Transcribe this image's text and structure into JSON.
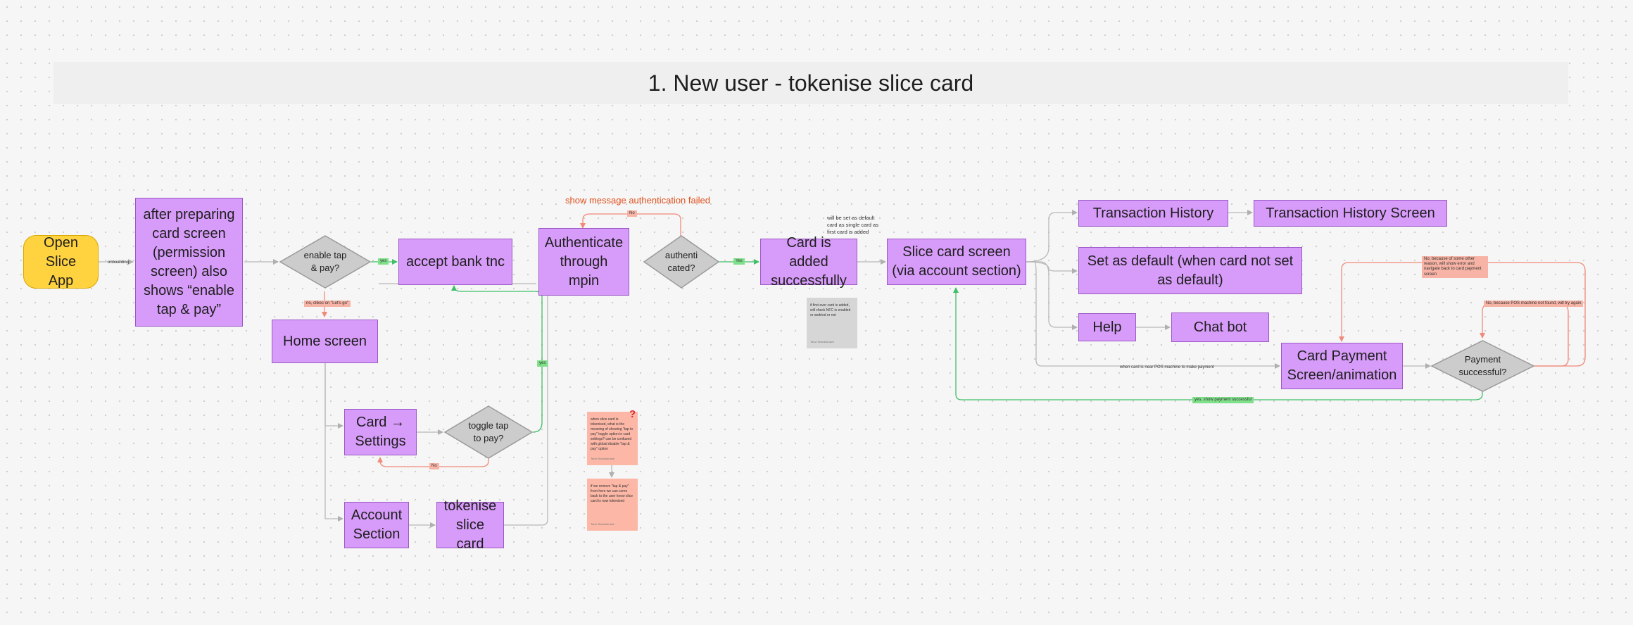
{
  "title": "1. New user - tokenise slice card",
  "colors": {
    "process": "#d79cf9",
    "start": "#ffd23f",
    "decision": "#cccccc",
    "yes_label": "#7fe08a",
    "no_label": "#f7b3a5",
    "error_text": "#e04e1a"
  },
  "nodes": {
    "open_app": "Open Slice App",
    "prepare_card": "after preparing card screen (permission screen) also shows “enable tap & pay”",
    "enable_tap": "enable tap & pay?",
    "accept_tnc": "accept bank tnc",
    "authenticate": "Authenticate through mpin",
    "authenticated": "authenti cated?",
    "card_added": "Card is added successfully",
    "slice_card_screen": "Slice card screen (via account section)",
    "transaction_history": "Transaction History",
    "transaction_history_screen": "Transaction History Screen",
    "set_default": "Set as default (when card not set as default)",
    "help": "Help",
    "chat_bot": "Chat bot",
    "card_payment": "Card Payment Screen/animation",
    "payment_successful": "Payment successful?",
    "home_screen": "Home screen",
    "card_settings": "Card → Settings",
    "toggle_tap": "toggle tap to pay?",
    "account_section": "Account Section",
    "tokenise": "tokenise slice card"
  },
  "edge_labels": {
    "onboarding": "onboarding",
    "yes1": "yes",
    "no_clicked": "no, clikec on \"Let's go\"",
    "no_auth": "No",
    "yes_auth": "Yes",
    "yes_toggle": "yes",
    "no_toggle": "No",
    "near_pos": "when card is near POS machine to make payment",
    "yes_success": "yes, show payment successful",
    "no_error": "No, because of some other reason, will show error and navigate back to card payment screen",
    "no_pos": "No, because POS machine not found, will try again"
  },
  "floating": {
    "auth_failed": "show message authentication failed",
    "default_note": "will be set as default card as single card as first card is added"
  },
  "notes": {
    "grey": "if first ever card is added, will check NFC is enabled or andriod or not",
    "red1": "when slice card is tokenised, what is the meaning of showing \"tap to pay\" toggle option in card settings? can be confused with global disable \"tap & pay\" option",
    "red2": "if we remove \"tap & pay\" from here we can come back to the user know slice card is now tokenised",
    "author": "Tanvi Shankarnave",
    "qmark": "?"
  }
}
